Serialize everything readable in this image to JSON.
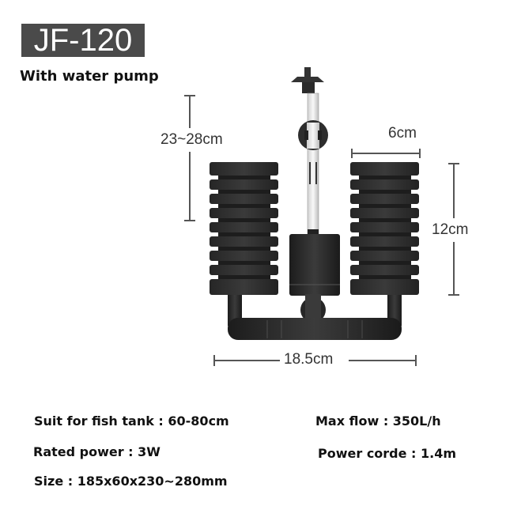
{
  "product": {
    "model": "JF-120",
    "subtitle": "With water pump"
  },
  "dimensions": {
    "height_total": "23~28cm",
    "sponge_width": "6cm",
    "sponge_height": "12cm",
    "base_width": "18.5cm"
  },
  "specs": {
    "left": [
      "Suit for fish tank : 60-80cm",
      "Rated power : 3W",
      "Size : 185x60x230~280mm"
    ],
    "right": [
      "Max flow : 350L/h",
      "Power corde : 1.4m"
    ]
  },
  "colors": {
    "badge_bg": "#4a4a4a",
    "sponge": "#2e2e2e",
    "dimension_line": "#555555"
  }
}
